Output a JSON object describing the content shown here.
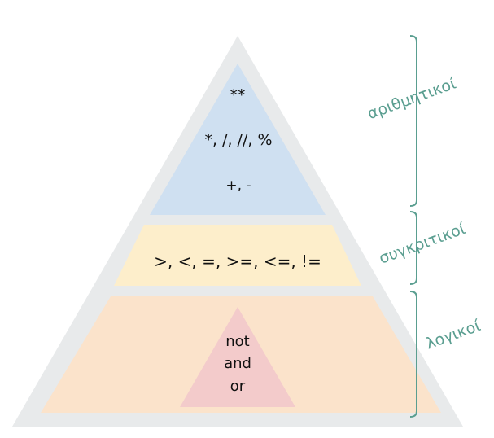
{
  "colors": {
    "outer": "#e8eaeb",
    "arithmetic_fill": "#cfe0f1",
    "comparison_fill": "#fdeecb",
    "logical_fill": "#fbe3cb",
    "logical_inner": "#f3cbcb",
    "bracket": "#5a9e90",
    "label": "#5a9e90"
  },
  "arithmetic": {
    "label": "αριθμητικοί",
    "operators": [
      "**",
      "*, /, //, %",
      "+, -"
    ]
  },
  "comparison": {
    "label": "συγκριτικοί",
    "operators": ">, <, =, >=, <=, !="
  },
  "logical": {
    "label": "λογικοί",
    "operators": [
      "not",
      "and",
      "or"
    ]
  }
}
